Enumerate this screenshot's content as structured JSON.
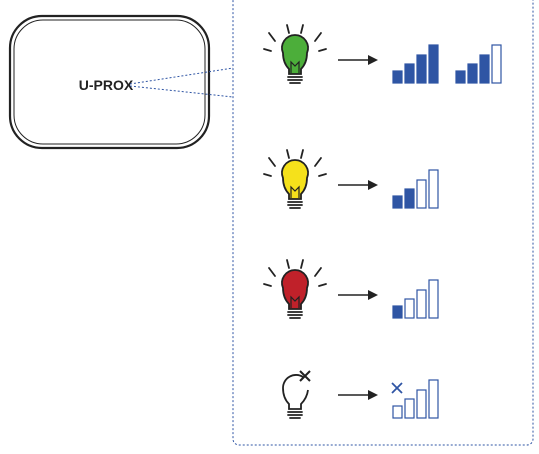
{
  "device": {
    "brand_label": "U-PROX"
  },
  "legend": {
    "rows": [
      {
        "indicator": "green-bulb-lit",
        "bulb_color": "#4cae3a",
        "signal_bars_filled": [
          4,
          3
        ],
        "signal_bars_total": 4
      },
      {
        "indicator": "yellow-bulb-lit",
        "bulb_color": "#f5e11b",
        "signal_bars_filled": [
          2
        ],
        "signal_bars_total": 4
      },
      {
        "indicator": "red-bulb-lit",
        "bulb_color": "#c0212a",
        "signal_bars_filled": [
          1
        ],
        "signal_bars_total": 4
      },
      {
        "indicator": "bulb-off",
        "bulb_color": "#ffffff",
        "signal_bars_filled": [
          0
        ],
        "signal_bars_total": 4,
        "no_signal_mark": "cross-icon"
      }
    ]
  },
  "colors": {
    "signal_bar": "#2f55a4",
    "frame_border": "#2f55a4",
    "outline": "#222222",
    "arrow": "#222222"
  }
}
